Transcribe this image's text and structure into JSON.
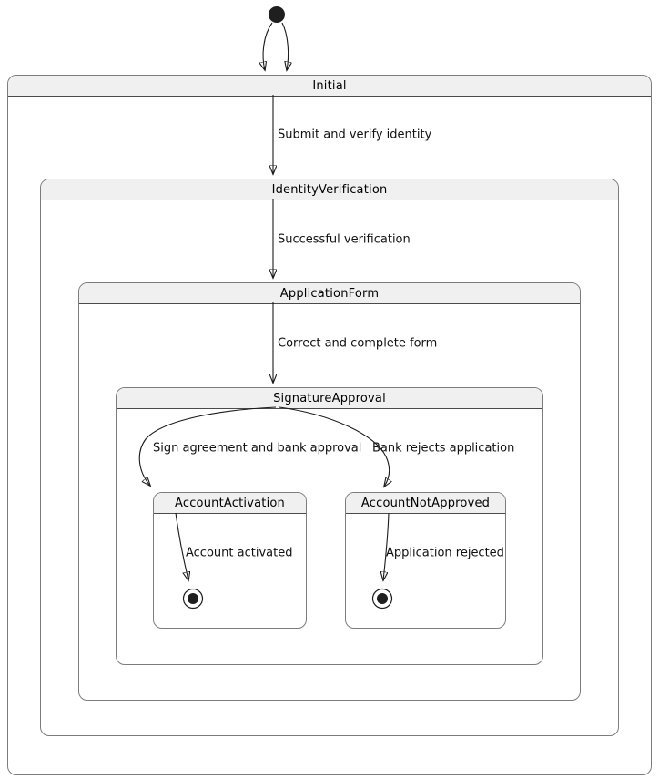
{
  "diagram": {
    "kind": "uml-state-diagram",
    "states": {
      "initial": {
        "label": "Initial"
      },
      "identity": {
        "label": "IdentityVerification"
      },
      "application": {
        "label": "ApplicationForm"
      },
      "signature": {
        "label": "SignatureApproval"
      },
      "activation": {
        "label": "AccountActivation"
      },
      "not_approved": {
        "label": "AccountNotApproved"
      }
    },
    "transitions": {
      "submit": "Submit and verify identity",
      "success": "Successful verification",
      "correct": "Correct and complete form",
      "sign": "Sign agreement and bank approval",
      "reject": "Bank rejects application",
      "activated": "Account activated",
      "rejected": "Application rejected"
    }
  },
  "colors": {
    "header_fill": "#f0f0f0",
    "border": "#7c7c7c",
    "separator": "#4a4a4a",
    "line": "#1b1b1b",
    "text": "#111111",
    "background": "#ffffff"
  }
}
